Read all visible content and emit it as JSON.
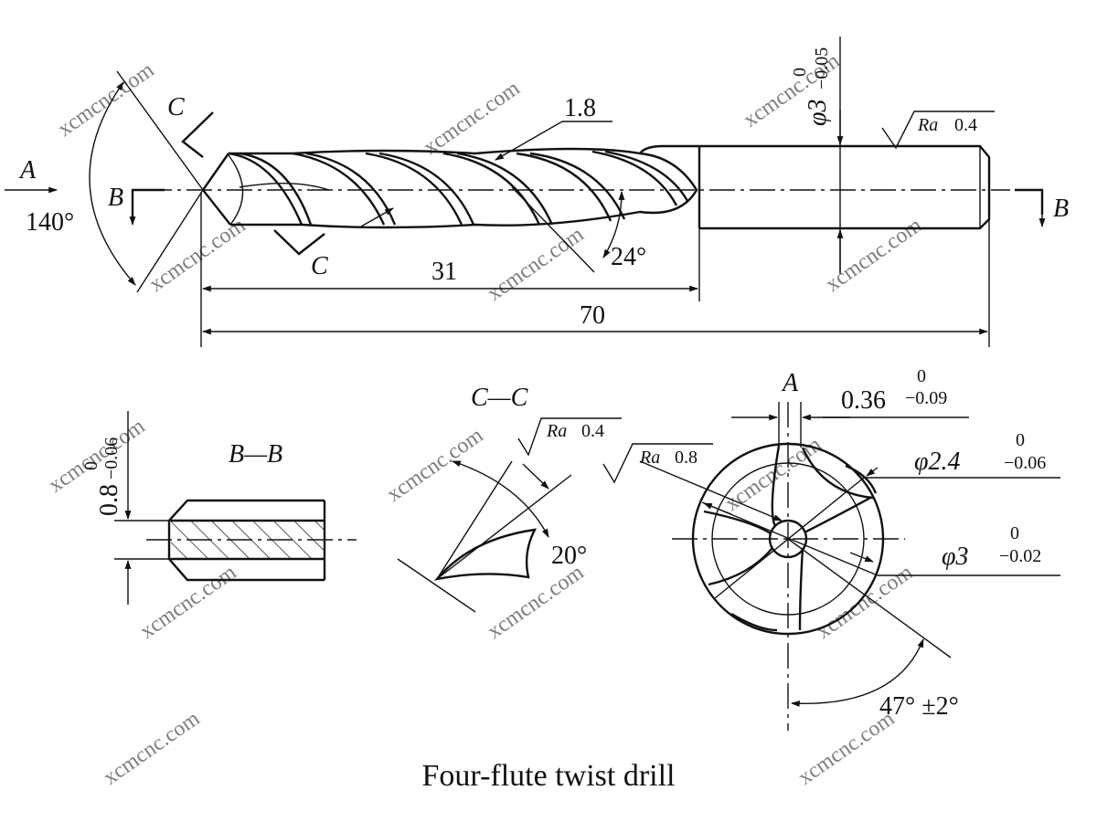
{
  "caption": "Four-flute twist drill",
  "watermark": "xcmcnc.com",
  "main_view": {
    "view_arrow_label": "A",
    "section_b_label": "B",
    "section_c_label": "C",
    "point_angle": "140°",
    "helix_angle": "24°",
    "margin_width": "1.8",
    "flute_length": "31",
    "overall_length": "70",
    "shank_diameter": "φ3",
    "shank_tol_upper": "0",
    "shank_tol_lower": "−0.05",
    "roughness_label": "Ra",
    "roughness_value": "0.4"
  },
  "section_bb": {
    "title": "B—B",
    "web_thickness": "0.8",
    "tol_upper": "0",
    "tol_lower": "−0.06"
  },
  "section_cc": {
    "title": "C—C",
    "roughness1_label": "Ra",
    "roughness1_value": "0.4",
    "roughness2_label": "Ra",
    "roughness2_value": "0.8",
    "angle": "20°"
  },
  "end_view": {
    "view_label": "A",
    "land_width": "0.36",
    "land_tol_upper": "0",
    "land_tol_lower": "−0.09",
    "core_diameter": "φ2.4",
    "core_tol_upper": "0",
    "core_tol_lower": "−0.06",
    "outer_diameter": "φ3",
    "outer_tol_upper": "0",
    "outer_tol_lower": "−0.02",
    "angle": "47° ±2°"
  }
}
